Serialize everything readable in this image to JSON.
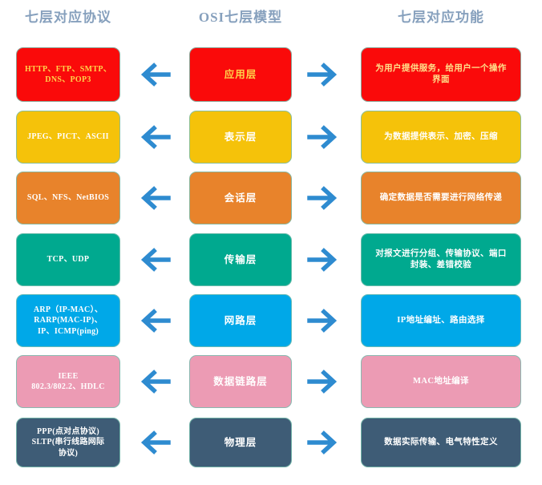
{
  "headers": {
    "left": "七层对应协议",
    "center": "OSI七层模型",
    "right": "七层对应功能",
    "color": "#86a0bd"
  },
  "arrows": {
    "left_icon": "arrow-left-icon",
    "right_icon": "arrow-right-icon",
    "color": "#2e8bd0"
  },
  "rows": [
    {
      "layer": "应用层",
      "protocols": "HTTP、FTP、SMTP、\nDNS、POP3",
      "functions": "为用户提供服务，给用户一个操作\n界面",
      "fill": "#FA0A0A",
      "text_left": "#FFD24A",
      "text_center": "#FFD24A",
      "text_right": "#FFE08A"
    },
    {
      "layer": "表示层",
      "protocols": "JPEG、PICT、ASCII",
      "functions": "为数据提供表示、加密、压缩",
      "fill": "#F5C20A",
      "text_left": "#FFFFFF",
      "text_center": "#FFFFFF",
      "text_right": "#FFFFFF"
    },
    {
      "layer": "会话层",
      "protocols": "SQL、NFS、NetBIOS",
      "functions": "确定数据是否需要进行网络传递",
      "fill": "#E8832B",
      "text_left": "#FFFFFF",
      "text_center": "#FFFFFF",
      "text_right": "#FFFFFF"
    },
    {
      "layer": "传输层",
      "protocols": "TCP、UDP",
      "functions": "对报文进行分组、传输协议、端口\n封装、差错校验",
      "fill": "#00A98F",
      "text_left": "#FFFFFF",
      "text_center": "#FFFFFF",
      "text_right": "#FFFFFF"
    },
    {
      "layer": "网路层",
      "protocols": "ARP（IP-MAC）、\nRARP(MAC-IP)、\nIP、ICMP(ping)",
      "functions": "IP地址编址、路由选择",
      "fill": "#00A8E8",
      "text_left": "#FFFFFF",
      "text_center": "#FFFFFF",
      "text_right": "#FFFFFF"
    },
    {
      "layer": "数据链路层",
      "protocols": "IEEE\n802.3/802.2、HDLC",
      "functions": "MAC地址编译",
      "fill": "#EC9BB4",
      "text_left": "#FFFFFF",
      "text_center": "#FFFFFF",
      "text_right": "#FFFFFF"
    },
    {
      "layer": "物理层",
      "protocols": "PPP(点对点协议)\nSLTP(串行线路网际\n协议)",
      "functions": "数据实际传输、电气特性定义",
      "fill": "#3E5C76",
      "text_left": "#FFFFFF",
      "text_center": "#FFFFFF",
      "text_right": "#FFFFFF"
    }
  ]
}
